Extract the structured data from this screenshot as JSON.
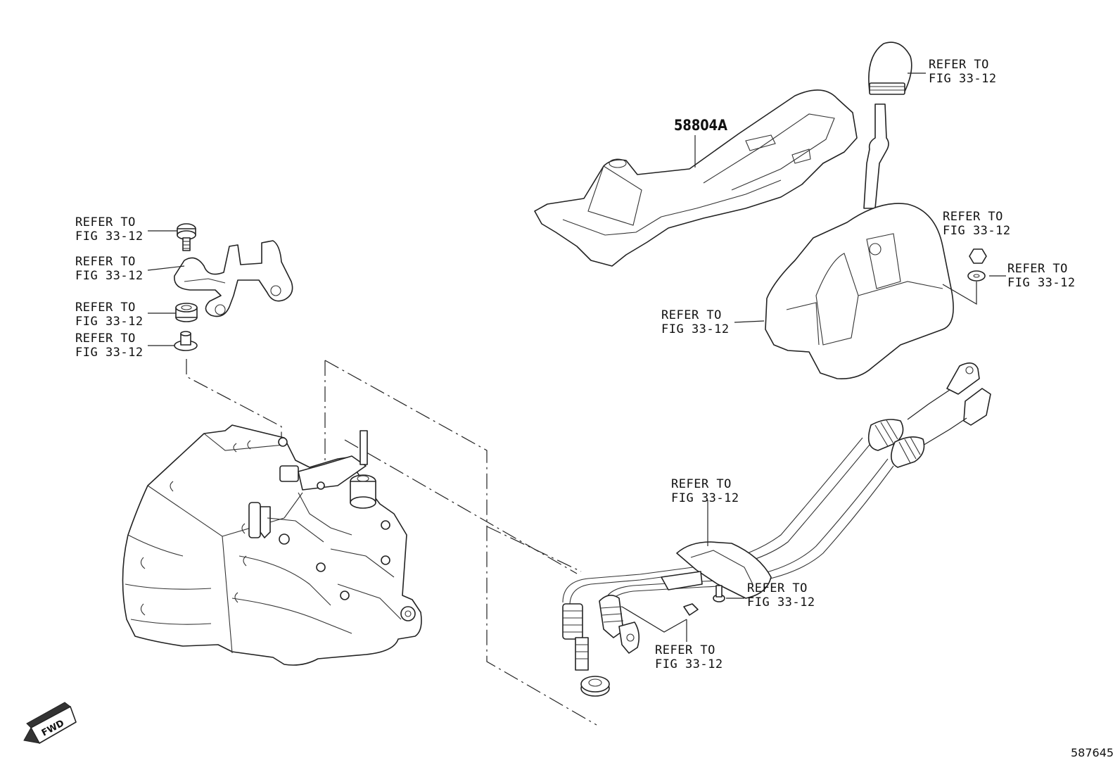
{
  "part_number": "58804A",
  "figure_id": "587645",
  "fwd_label": "FWD",
  "refer": {
    "line1": "REFER TO",
    "line2": "FIG 33-12"
  }
}
